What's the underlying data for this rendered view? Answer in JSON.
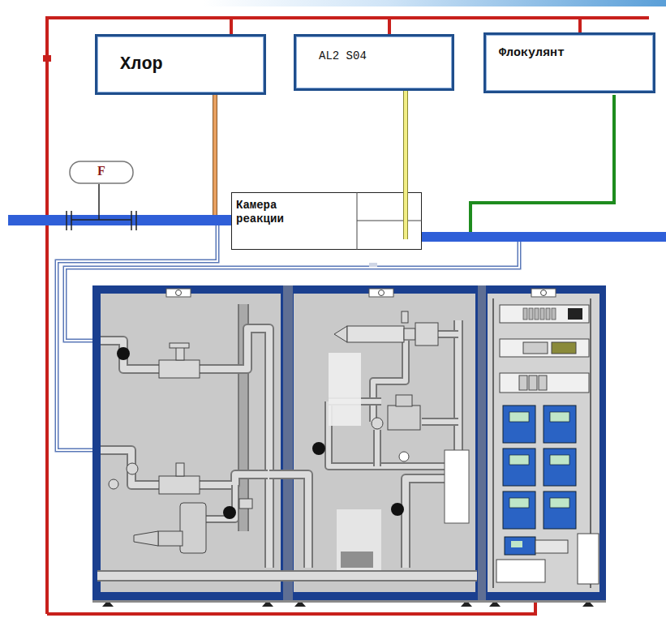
{
  "diagram": {
    "nodes": [
      {
        "text": [
          "Хлор"
        ]
      },
      {
        "text": [
          "AL2 S04"
        ]
      },
      {
        "text": [
          "Флокулянт"
        ]
      },
      {
        "text": [
          "Камера реакции"
        ]
      },
      {
        "text": [
          "F"
        ]
      }
    ],
    "edges": [
      {
        "from": 1,
        "to": 3,
        "arrow": "none"
      }
    ]
  }
}
